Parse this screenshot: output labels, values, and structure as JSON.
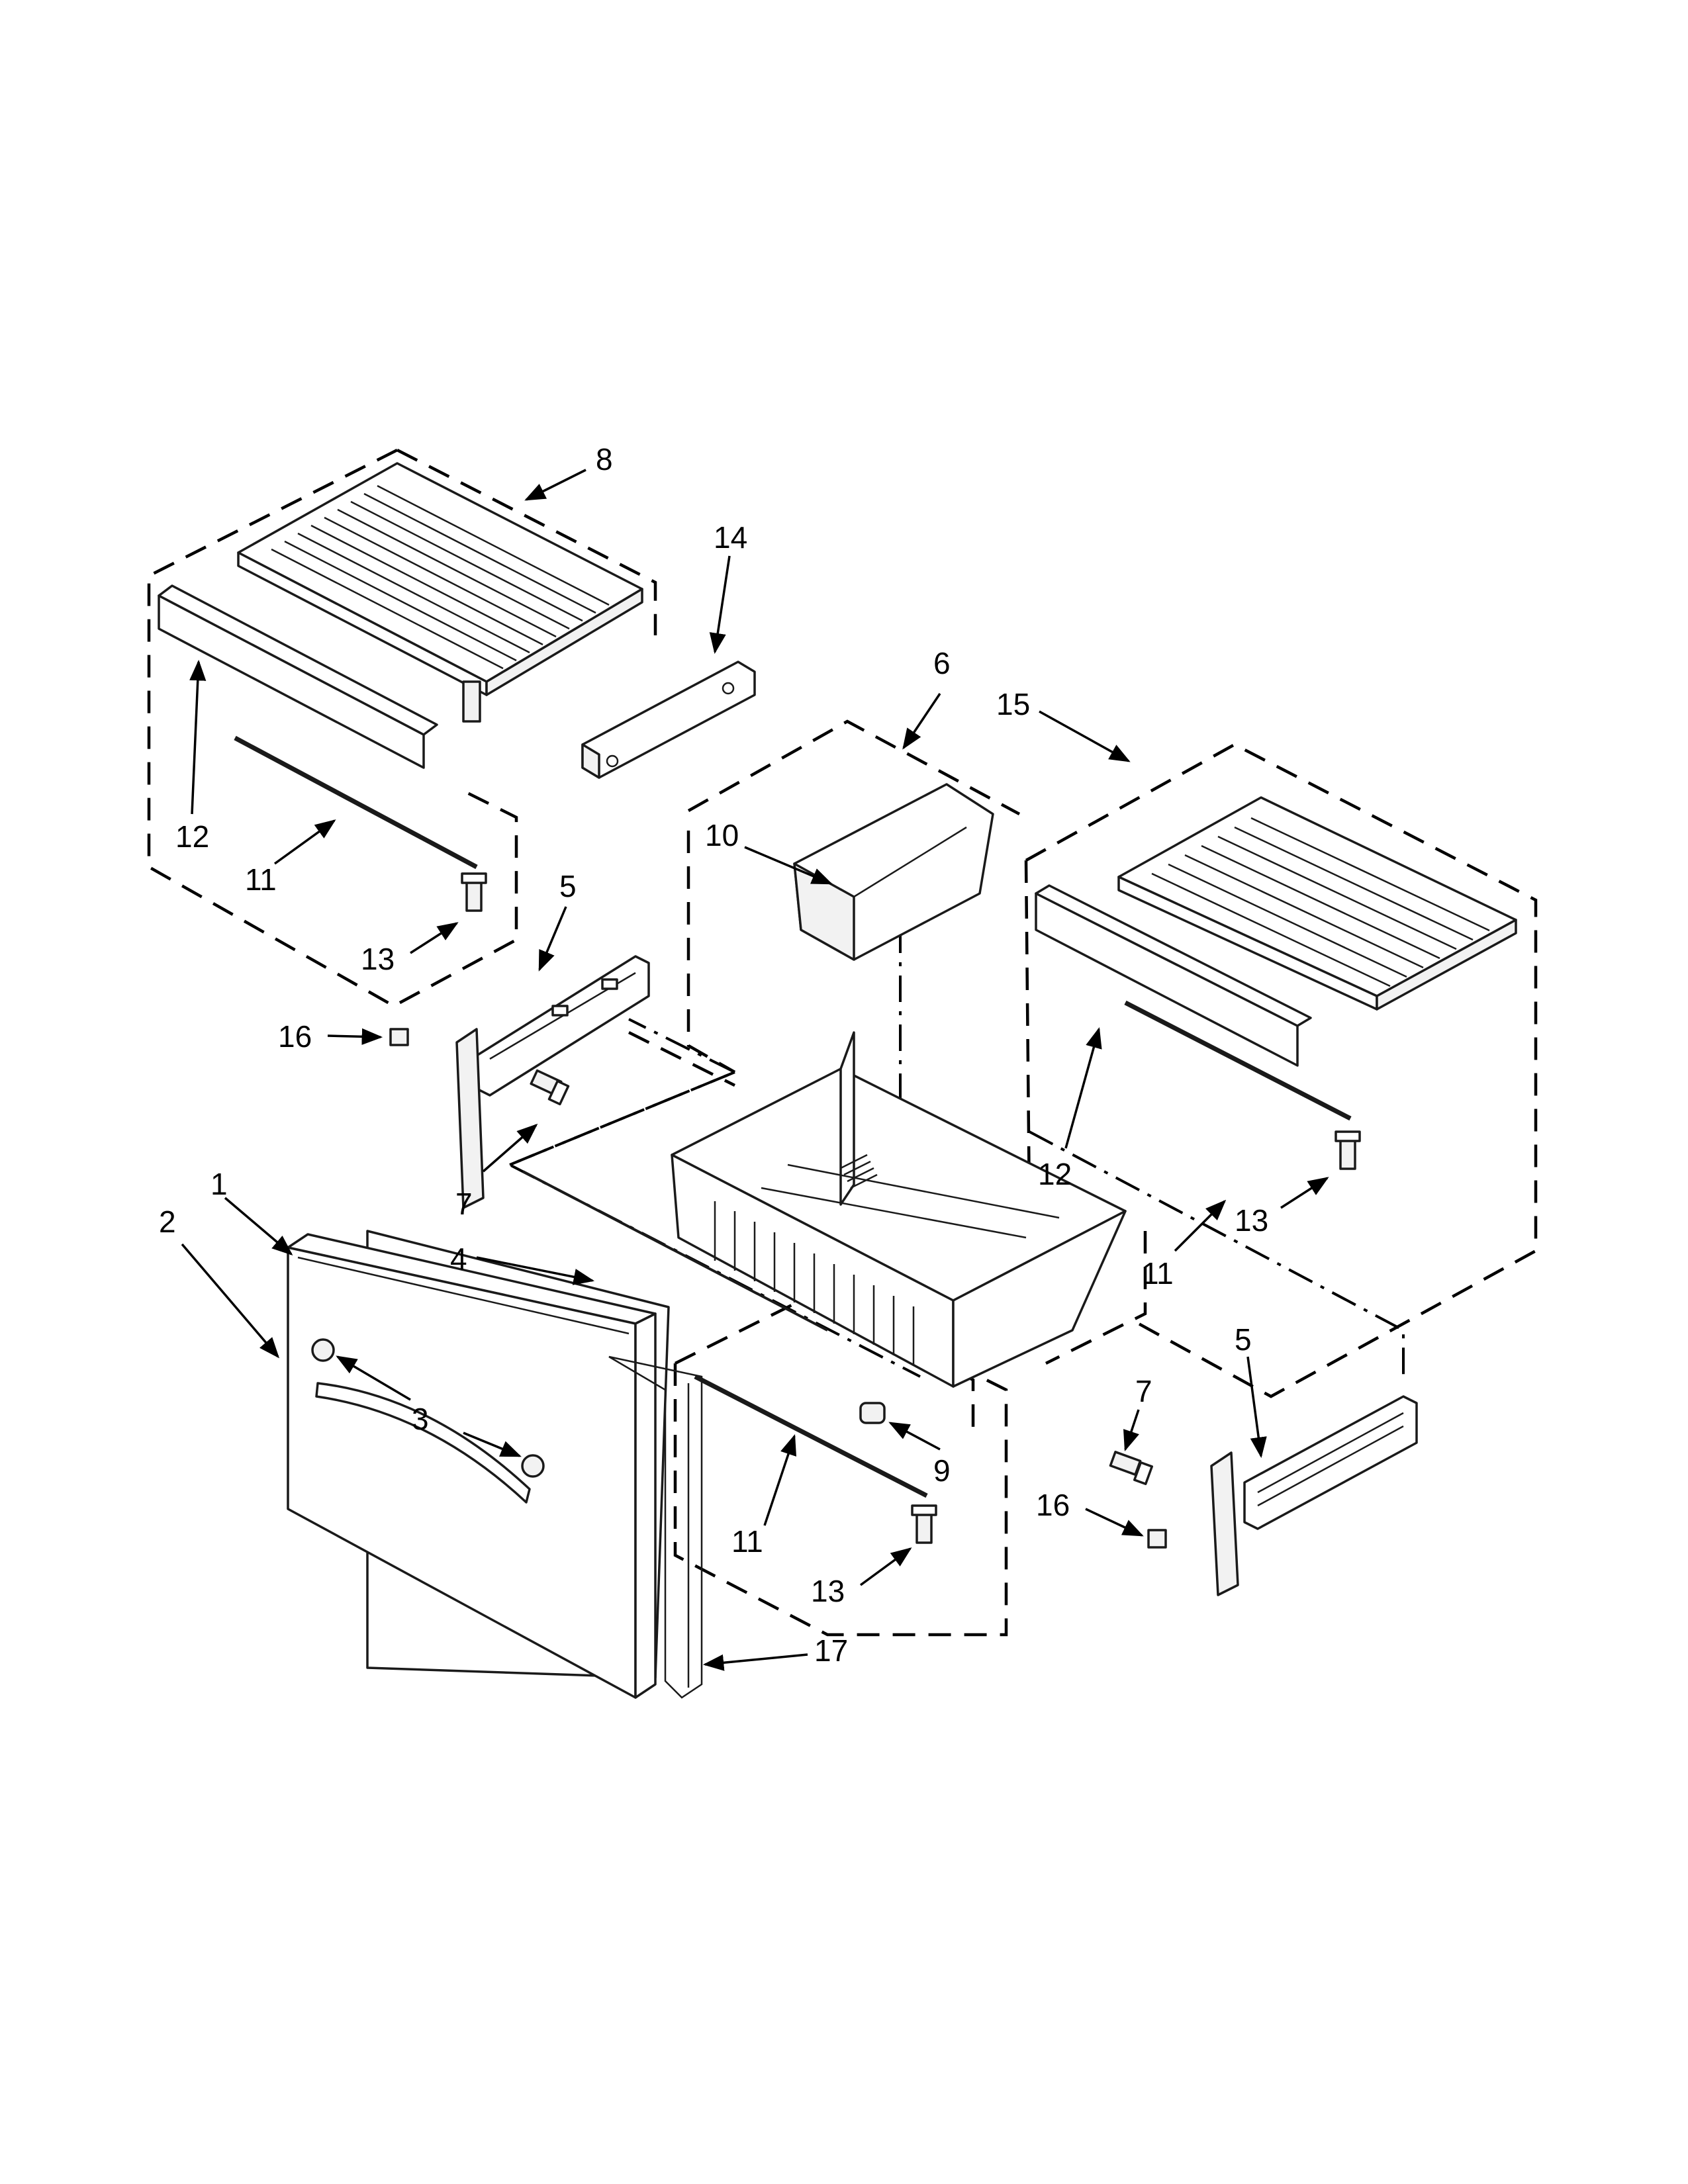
{
  "diagram": {
    "callouts": [
      {
        "id": "c1",
        "label": "1"
      },
      {
        "id": "c2",
        "label": "2"
      },
      {
        "id": "c3",
        "label": "3"
      },
      {
        "id": "c4",
        "label": "4"
      },
      {
        "id": "c5a",
        "label": "5"
      },
      {
        "id": "c5b",
        "label": "5"
      },
      {
        "id": "c6",
        "label": "6"
      },
      {
        "id": "c7a",
        "label": "7"
      },
      {
        "id": "c7b",
        "label": "7"
      },
      {
        "id": "c8",
        "label": "8"
      },
      {
        "id": "c9",
        "label": "9"
      },
      {
        "id": "c10",
        "label": "10"
      },
      {
        "id": "c11a",
        "label": "11"
      },
      {
        "id": "c11b",
        "label": "11"
      },
      {
        "id": "c11c",
        "label": "11"
      },
      {
        "id": "c12a",
        "label": "12"
      },
      {
        "id": "c12b",
        "label": "12"
      },
      {
        "id": "c13a",
        "label": "13"
      },
      {
        "id": "c13b",
        "label": "13"
      },
      {
        "id": "c13c",
        "label": "13"
      },
      {
        "id": "c14",
        "label": "14"
      },
      {
        "id": "c15",
        "label": "15"
      },
      {
        "id": "c16a",
        "label": "16"
      },
      {
        "id": "c16b",
        "label": "16"
      },
      {
        "id": "c17",
        "label": "17"
      }
    ]
  }
}
